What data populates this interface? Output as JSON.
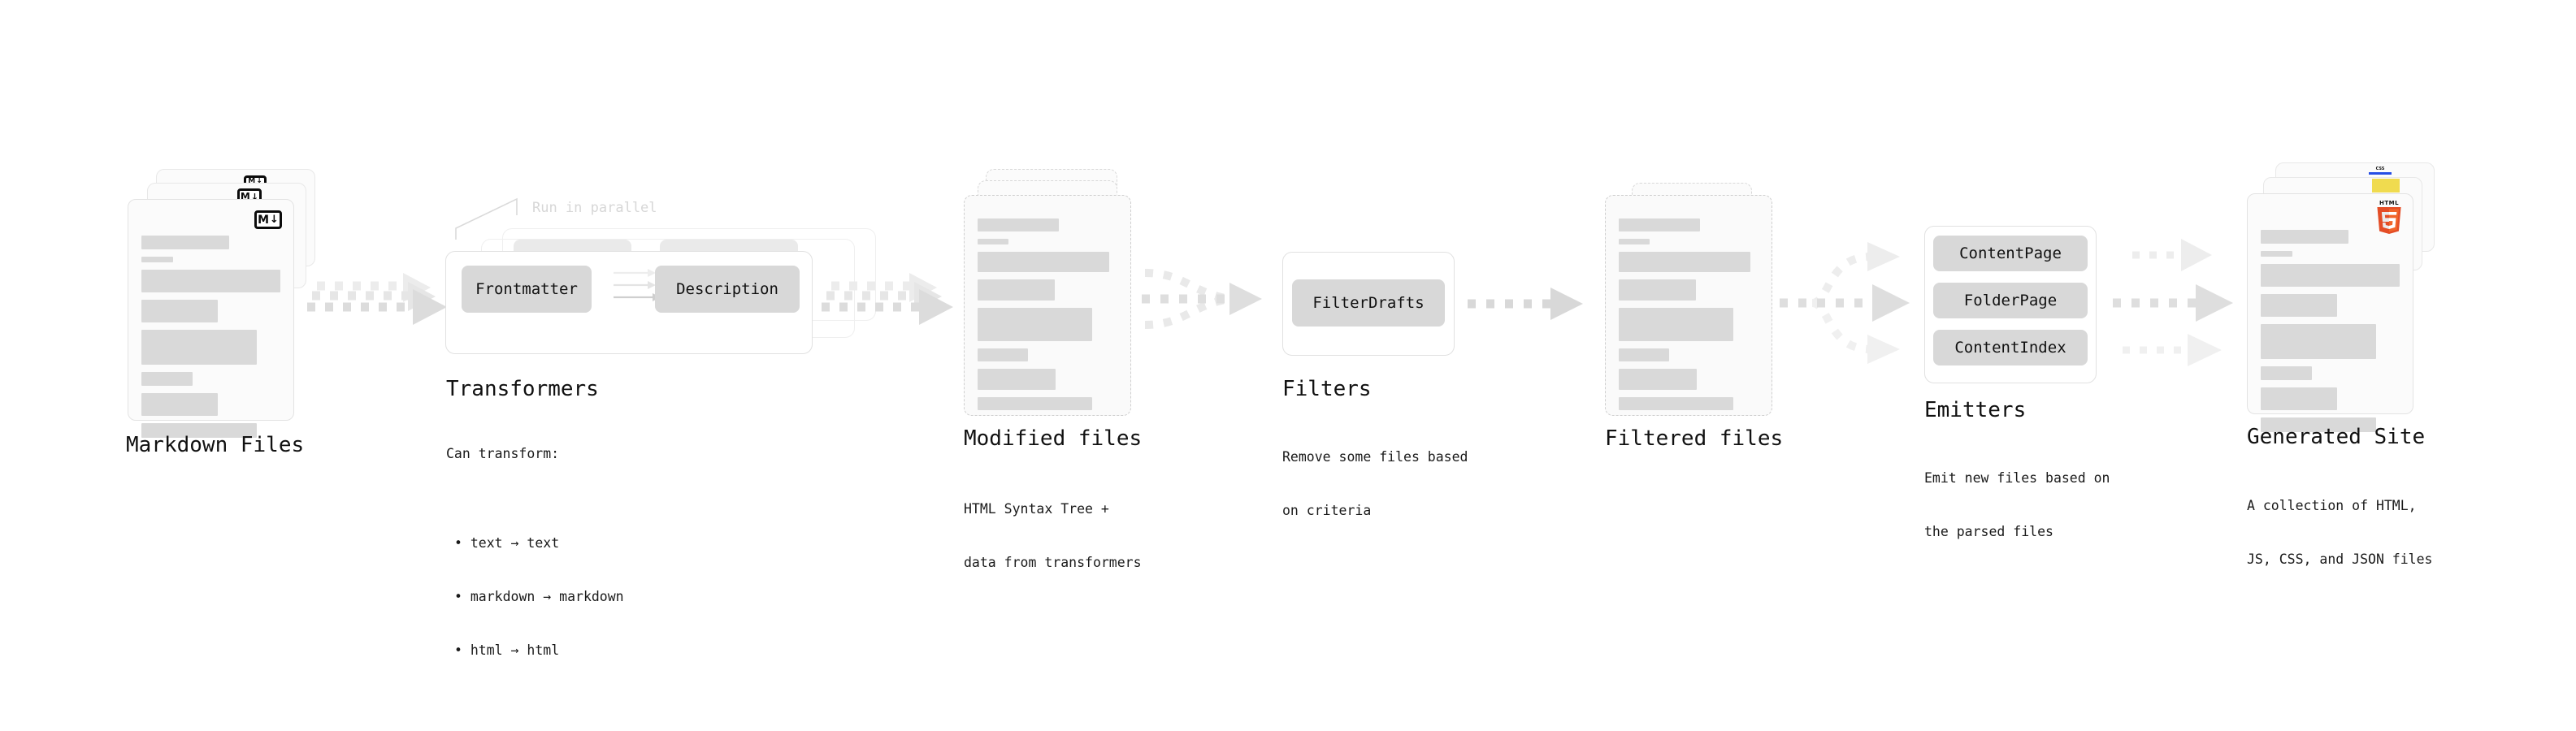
{
  "diagram": {
    "title_role": "quartz-build-pipeline",
    "colors": {
      "card_bg": "#fbfbfb",
      "card_border": "#e3e3e3",
      "placeholder_bar": "#d9d9d9",
      "chip_bg": "#d8d8d8",
      "arrow": "#d5d5d5",
      "muted_text": "#d7d7d7",
      "html5_orange": "#e44d26",
      "html5_orange_light": "#f16529",
      "css_blue": "#264de4",
      "js_yellow": "#f0db4f",
      "text": "#111111"
    }
  },
  "stages": [
    {
      "id": "markdown-files",
      "title": "Markdown Files",
      "description": "",
      "icon": "markdown-icon",
      "icon_label_m": "M",
      "icon_label_arrow": "↓"
    },
    {
      "id": "transformers",
      "title": "Transformers",
      "description_heading": "Can transform:",
      "bullets": [
        "• text → text",
        "• markdown → markdown",
        "• html → html"
      ],
      "annotation": "Run in parallel",
      "chips": [
        "Frontmatter",
        "Description"
      ]
    },
    {
      "id": "modified-files",
      "title": "Modified files",
      "description_lines": [
        "HTML Syntax Tree +",
        "data from transformers"
      ],
      "icon": "dashed-file-icon"
    },
    {
      "id": "filters",
      "title": "Filters",
      "description_lines": [
        "Remove some files based",
        "on criteria"
      ],
      "chips": [
        "FilterDrafts"
      ]
    },
    {
      "id": "filtered-files",
      "title": "Filtered files",
      "description_lines": [],
      "icon": "dashed-file-icon"
    },
    {
      "id": "emitters",
      "title": "Emitters",
      "description_lines": [
        "Emit new files based on",
        "the parsed files"
      ],
      "chips": [
        "ContentPage",
        "FolderPage",
        "ContentIndex"
      ]
    },
    {
      "id": "generated-site",
      "title": "Generated Site",
      "description_lines": [
        "A collection of HTML,",
        "JS, CSS, and JSON files"
      ],
      "icons": [
        "html5-icon",
        "js-icon",
        "css-icon"
      ],
      "html5_label": "HTML",
      "css_label": "CSS"
    }
  ],
  "connectors": [
    {
      "id": "markdown-to-transformers",
      "style": "stacked-dashed-arrow"
    },
    {
      "id": "transformers-to-modified",
      "style": "stacked-dashed-arrow"
    },
    {
      "id": "modified-to-filters",
      "style": "merge-dashed-arrow"
    },
    {
      "id": "filters-to-filtered",
      "style": "dashed-arrow"
    },
    {
      "id": "filtered-to-emitters",
      "style": "split-dashed-arrow"
    },
    {
      "id": "emitters-to-site",
      "style": "triple-dashed-arrow"
    }
  ]
}
